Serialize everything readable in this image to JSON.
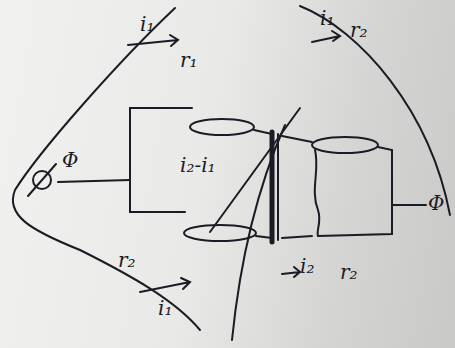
{
  "diagram": {
    "labels": [
      "i₁",
      "r₁",
      "i₁",
      "r₂",
      "Φ",
      "i₂-i₁",
      "r₂",
      "i₁",
      "i₂",
      "r₂",
      "Φ"
    ]
  }
}
